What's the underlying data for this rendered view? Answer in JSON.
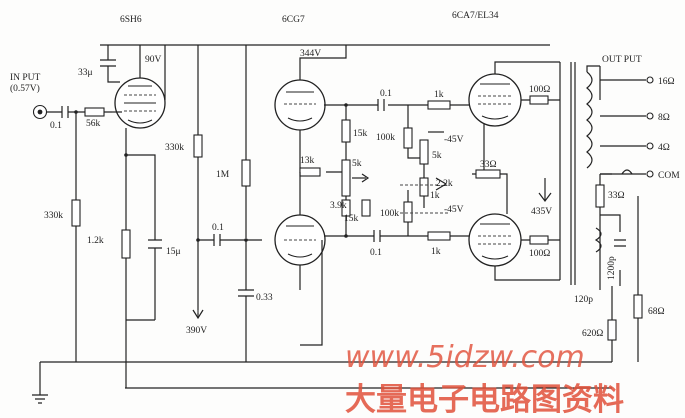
{
  "tubes": {
    "v1": "6SH6",
    "v2": "6CG7",
    "v3": "6CA7/EL34"
  },
  "input": {
    "label": "IN PUT",
    "level": "(0.57V)",
    "coupling_cap": "0.1",
    "grid_resistor": "330k",
    "series_resistor": "56k"
  },
  "stage1": {
    "cathode_resistor": "1.2k",
    "cathode_bypass": "15μ",
    "screen_cap": "33μ",
    "plate_voltage": "90V",
    "plate_load": "330k",
    "grid_resistor": "1M",
    "coupling_cap": "0.1",
    "supply_cap": "0.33",
    "supply_voltage": "390V"
  },
  "stage2": {
    "plate_voltage": "344V",
    "upper_plate_load": "15k",
    "cathode_resistor": "13k",
    "balance_pot": "5k",
    "lower_resistor_a": "3.9k",
    "lower_resistor_b": "15k",
    "out_cap_top": "0.1",
    "out_cap_bottom": "0.1"
  },
  "output_stage": {
    "grid_stop_top": "1k",
    "grid_stop_bottom": "1k",
    "grid_leak_top": "100k",
    "grid_leak_bottom": "100k",
    "bias_pot": "5k",
    "bias_resistor": "2.2k",
    "bias_k": "1k",
    "bias_voltage_top": "-45V",
    "bias_voltage_bottom": "-45V",
    "cathode_resistor": "33Ω",
    "screen_top": "100Ω",
    "screen_bottom": "100Ω",
    "plate_voltage": "435V"
  },
  "output": {
    "label": "OUT PUT",
    "taps": [
      "16Ω",
      "8Ω",
      "4Ω",
      "COM"
    ],
    "fb_resistor": "33Ω",
    "fb_cap": "1200p",
    "fb_cap2": "120p",
    "fb_resistor2": "620Ω",
    "fb_resistor3": "68Ω"
  },
  "watermark": {
    "site": "www.5idzw.com",
    "chinese": "大量电子电路图资料"
  }
}
